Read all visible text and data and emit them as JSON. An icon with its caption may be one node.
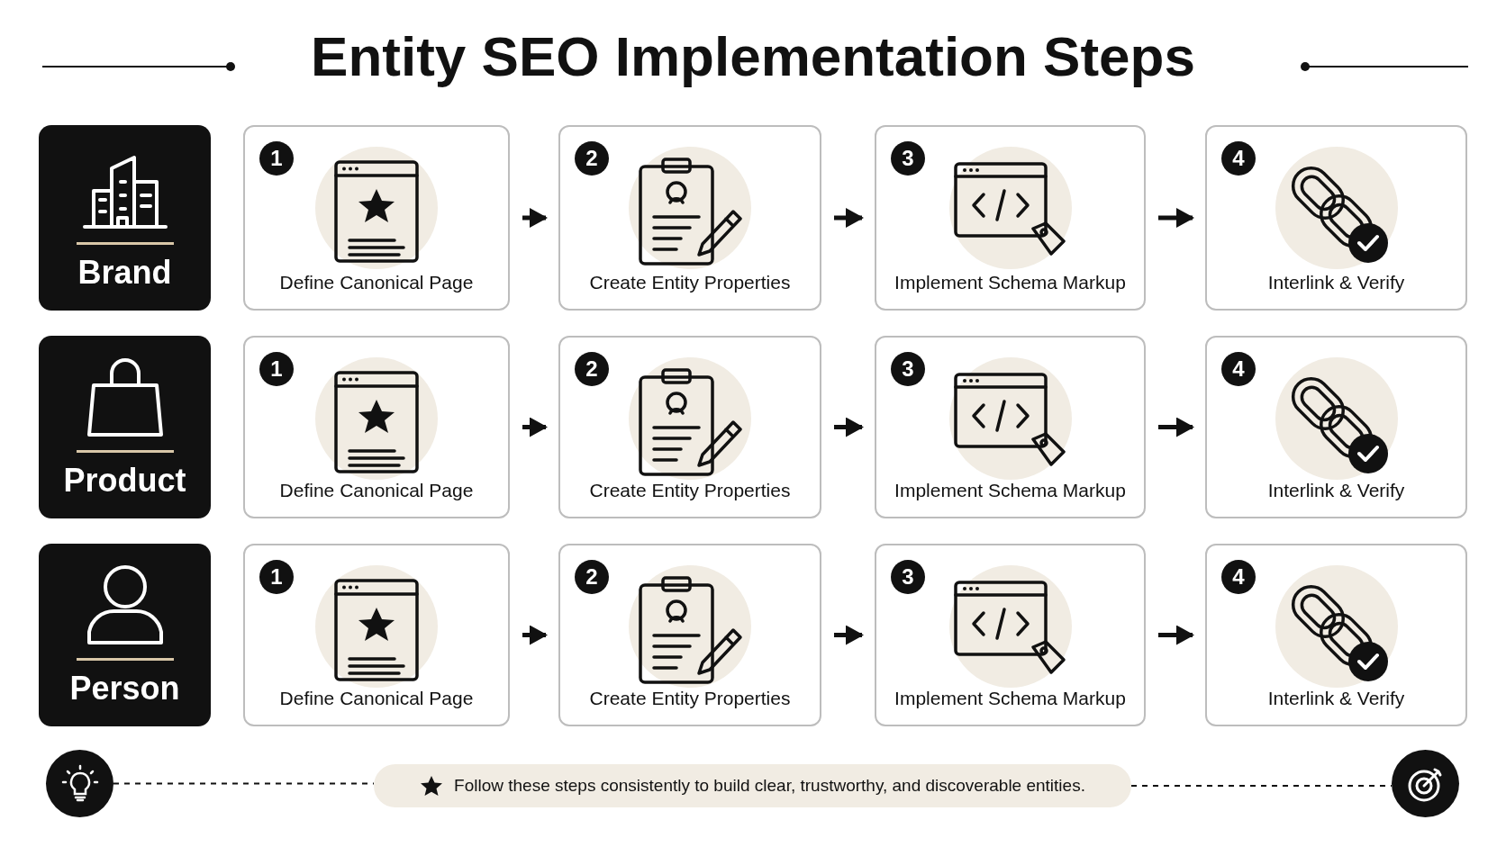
{
  "diagram": {
    "title": "Entity SEO Implementation Steps",
    "nodes": [
      {
        "text": [
          "Brand"
        ]
      },
      {
        "text": [
          "1",
          "Define Canonical Page"
        ]
      },
      {
        "text": [
          "2",
          "Create Entity Properties"
        ]
      },
      {
        "text": [
          "3",
          "Implement Schema Markup"
        ]
      },
      {
        "text": [
          "4",
          "Interlink & Verify"
        ]
      },
      {
        "text": [
          "Product"
        ]
      },
      {
        "text": [
          "1",
          "Define Canonical Page"
        ]
      },
      {
        "text": [
          "2",
          "Create Entity Properties"
        ]
      },
      {
        "text": [
          "3",
          "Implement Schema Markup"
        ]
      },
      {
        "text": [
          "4",
          "Interlink & Verify"
        ]
      },
      {
        "text": [
          "Person"
        ]
      },
      {
        "text": [
          "1",
          "Define Canonical Page"
        ]
      },
      {
        "text": [
          "2",
          "Create Entity Properties"
        ]
      },
      {
        "text": [
          "3",
          "Implement Schema Markup"
        ]
      },
      {
        "text": [
          "4",
          "Interlink & Verify"
        ]
      },
      {
        "text": [],
        "shape": "circle"
      },
      {
        "text": [
          "Follow these steps consistently to build clear, trustworthy, and discoverable entities."
        ]
      },
      {
        "text": [],
        "shape": "circle"
      }
    ],
    "edges": [
      {
        "from": 1,
        "to": 2,
        "arrow": "to"
      },
      {
        "from": 2,
        "to": 3,
        "arrow": "to"
      },
      {
        "from": 3,
        "to": 4,
        "arrow": "to"
      },
      {
        "from": 6,
        "to": 7,
        "arrow": "to"
      },
      {
        "from": 7,
        "to": 8,
        "arrow": "to"
      },
      {
        "from": 8,
        "to": 9,
        "arrow": "to"
      },
      {
        "from": 11,
        "to": 12,
        "arrow": "to"
      },
      {
        "from": 12,
        "to": 13,
        "arrow": "to"
      },
      {
        "from": 13,
        "to": 14,
        "arrow": "to"
      },
      {
        "from": 15,
        "to": 16,
        "arrow": "none",
        "style": "dashed"
      },
      {
        "from": 16,
        "to": 17,
        "arrow": "none",
        "style": "dashed"
      }
    ]
  }
}
